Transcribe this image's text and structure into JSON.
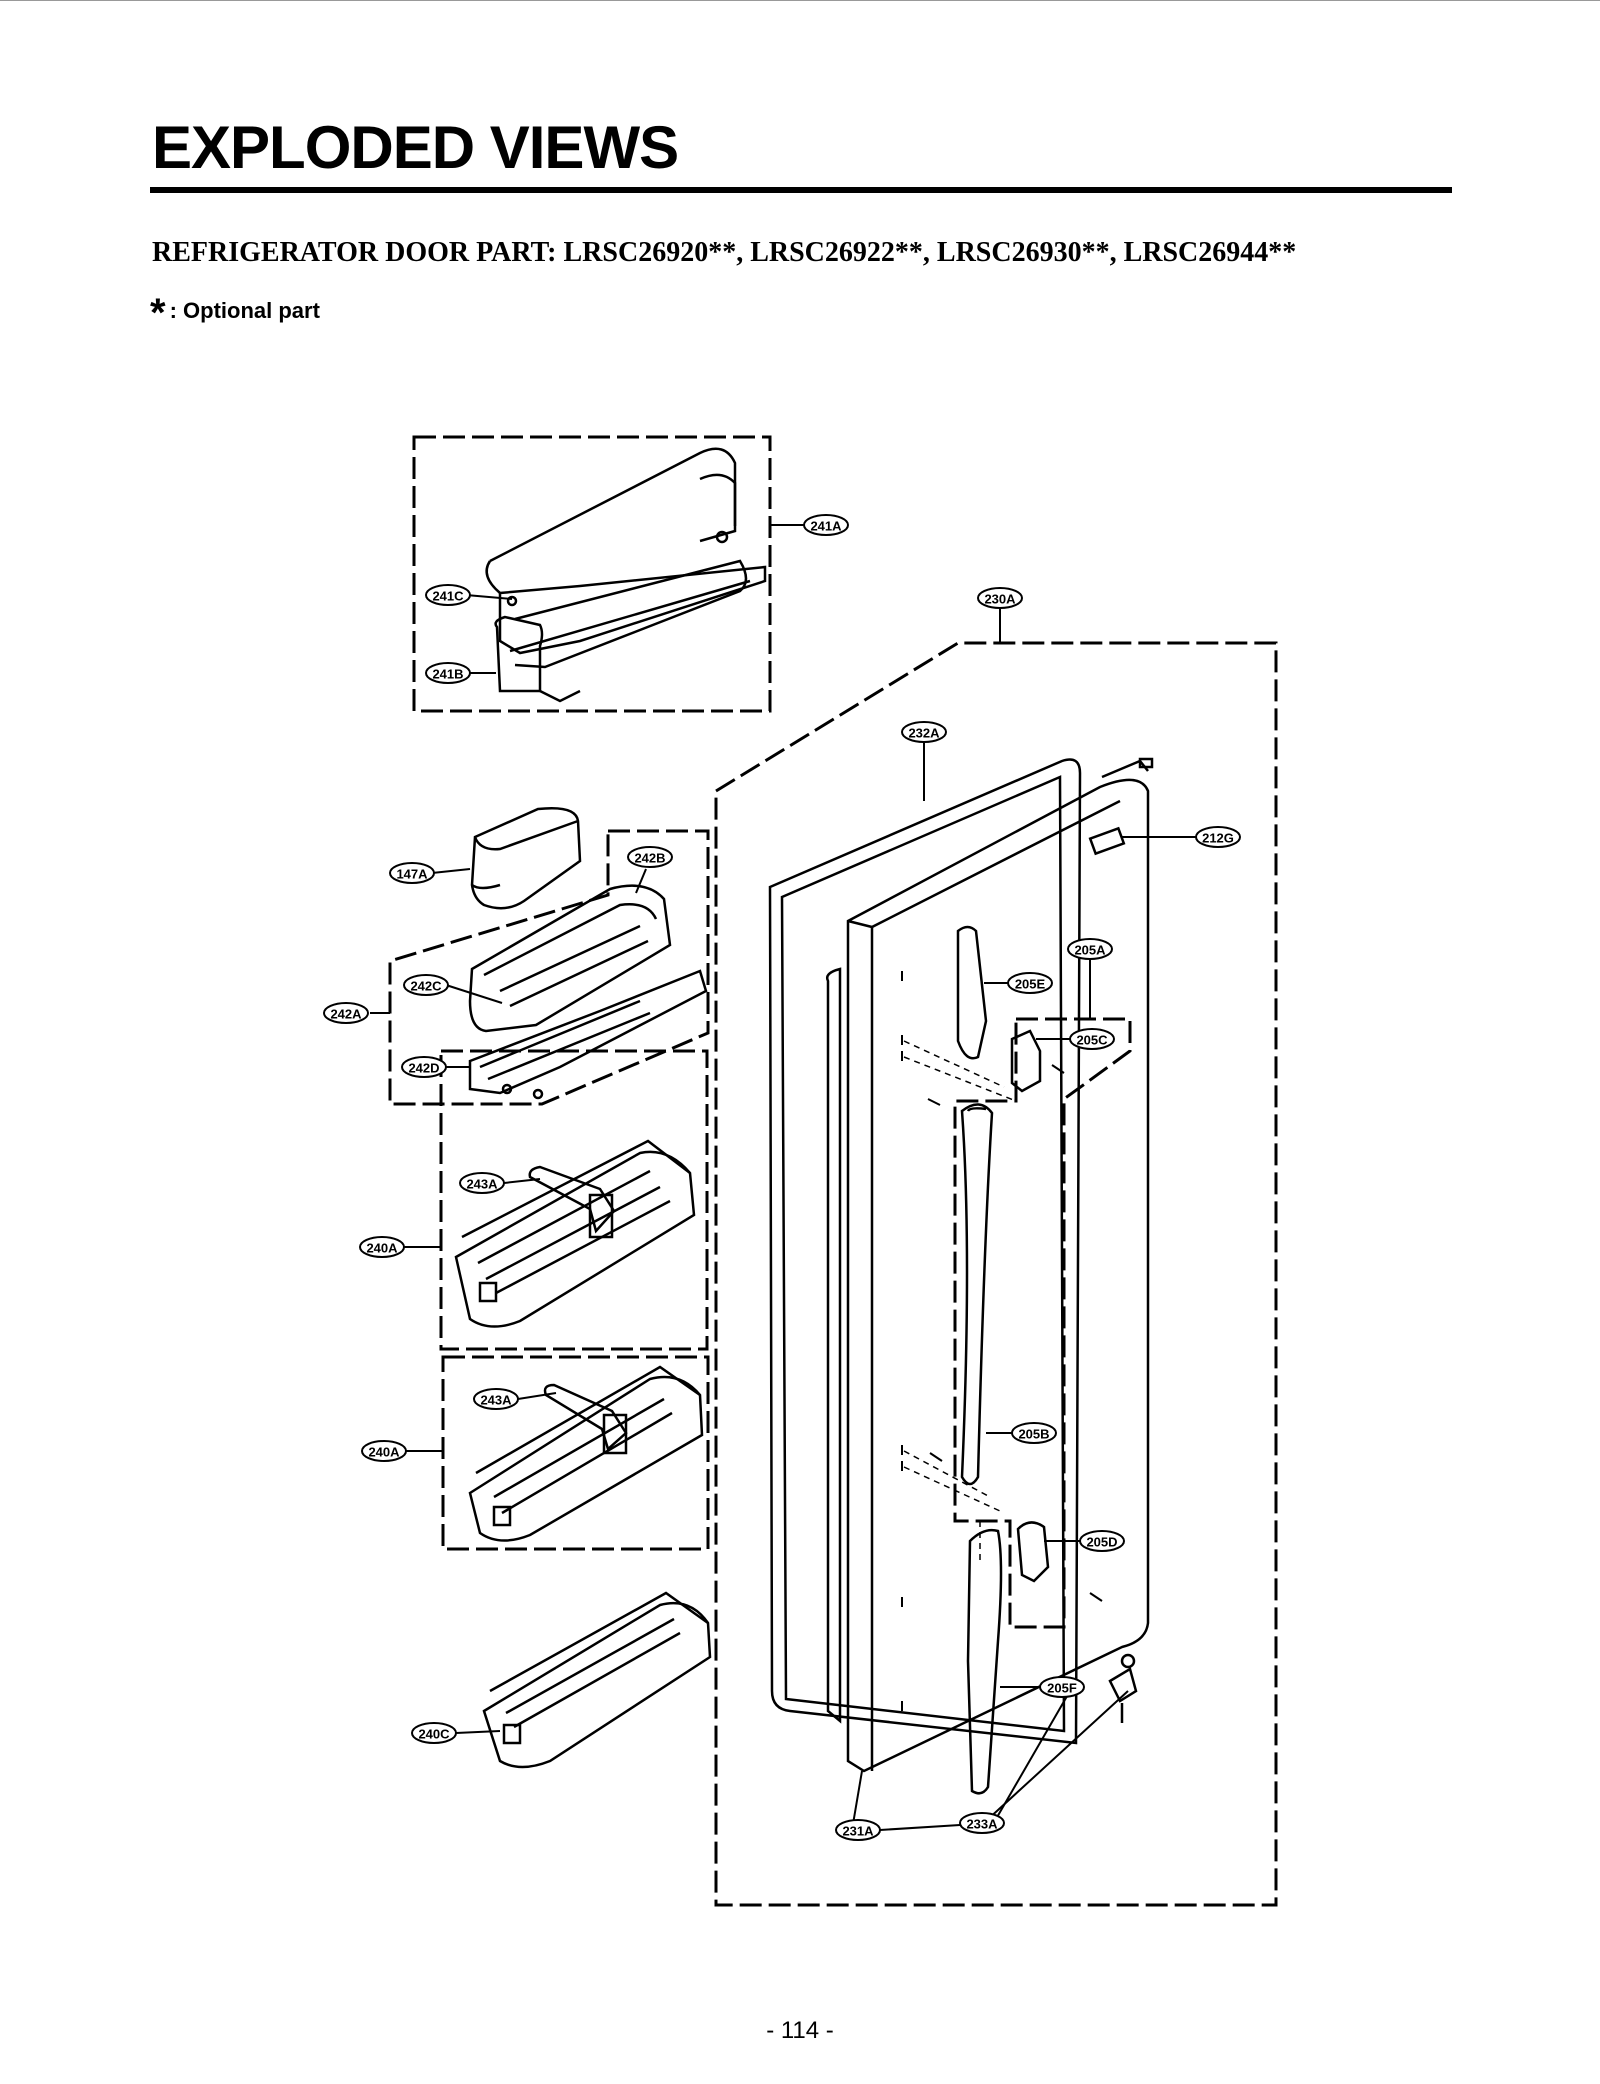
{
  "header": {
    "title": "EXPLODED VIEWS",
    "subtitle": "REFRIGERATOR DOOR PART: LRSC26920**, LRSC26922**, LRSC26930**, LRSC26944**",
    "note_symbol": "*",
    "note_text": ": Optional part"
  },
  "callouts": {
    "c241A": "241A",
    "c241C": "241C",
    "c241B": "241B",
    "c230A": "230A",
    "c232A": "232A",
    "c212G": "212G",
    "c147A": "147A",
    "c242B": "242B",
    "c242A": "242A",
    "c242C": "242C",
    "c242D": "242D",
    "c205A": "205A",
    "c205E": "205E",
    "c205C": "205C",
    "c243A_1": "243A",
    "c240A_1": "240A",
    "c243A_2": "243A",
    "c240A_2": "240A",
    "c205B": "205B",
    "c205D": "205D",
    "c205F": "205F",
    "c240C": "240C",
    "c231A": "231A",
    "c233A": "233A"
  },
  "footer": {
    "page_number": "- 114 -"
  }
}
